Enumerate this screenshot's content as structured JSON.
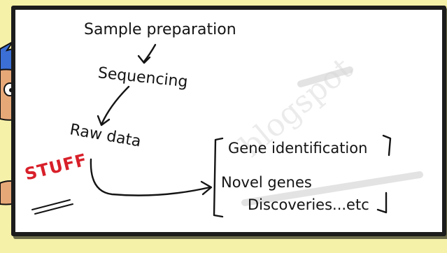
{
  "diagram": {
    "steps": {
      "sample_preparation": "Sample preparation",
      "sequencing": "Sequencing",
      "raw_data": "Raw data"
    },
    "outcomes": {
      "gene_identification": "Gene identification",
      "novel_genes": "Novel genes",
      "discoveries": "Discoveries...etc"
    },
    "stamp": "STUFF",
    "watermark": "blogspot"
  },
  "colors": {
    "background": "#f6f1a8",
    "board": "#ffffff",
    "ink": "#141414",
    "stamp": "#d8202a",
    "character_hair": "#3b6fd6",
    "character_skin": "#e7a878"
  }
}
